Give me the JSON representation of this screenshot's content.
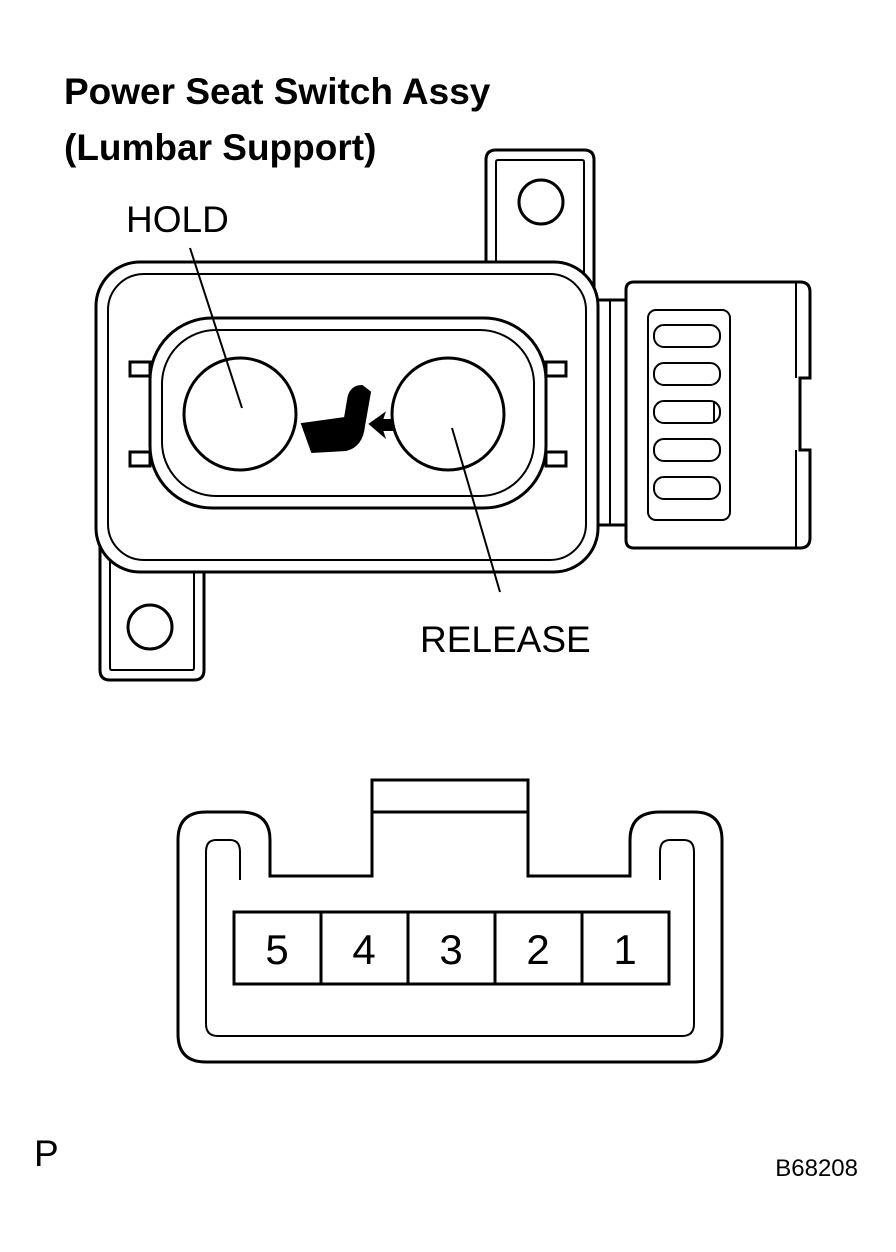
{
  "title": {
    "line1": "Power Seat Switch Assy",
    "line2": "(Lumbar Support)"
  },
  "labels": {
    "hold": "HOLD",
    "release": "RELEASE"
  },
  "connector": {
    "pins": [
      "5",
      "4",
      "3",
      "2",
      "1"
    ]
  },
  "footer": {
    "view_code": "P",
    "figure_id": "B68208"
  },
  "icons": {
    "center": "lumbar-seat-icon"
  }
}
